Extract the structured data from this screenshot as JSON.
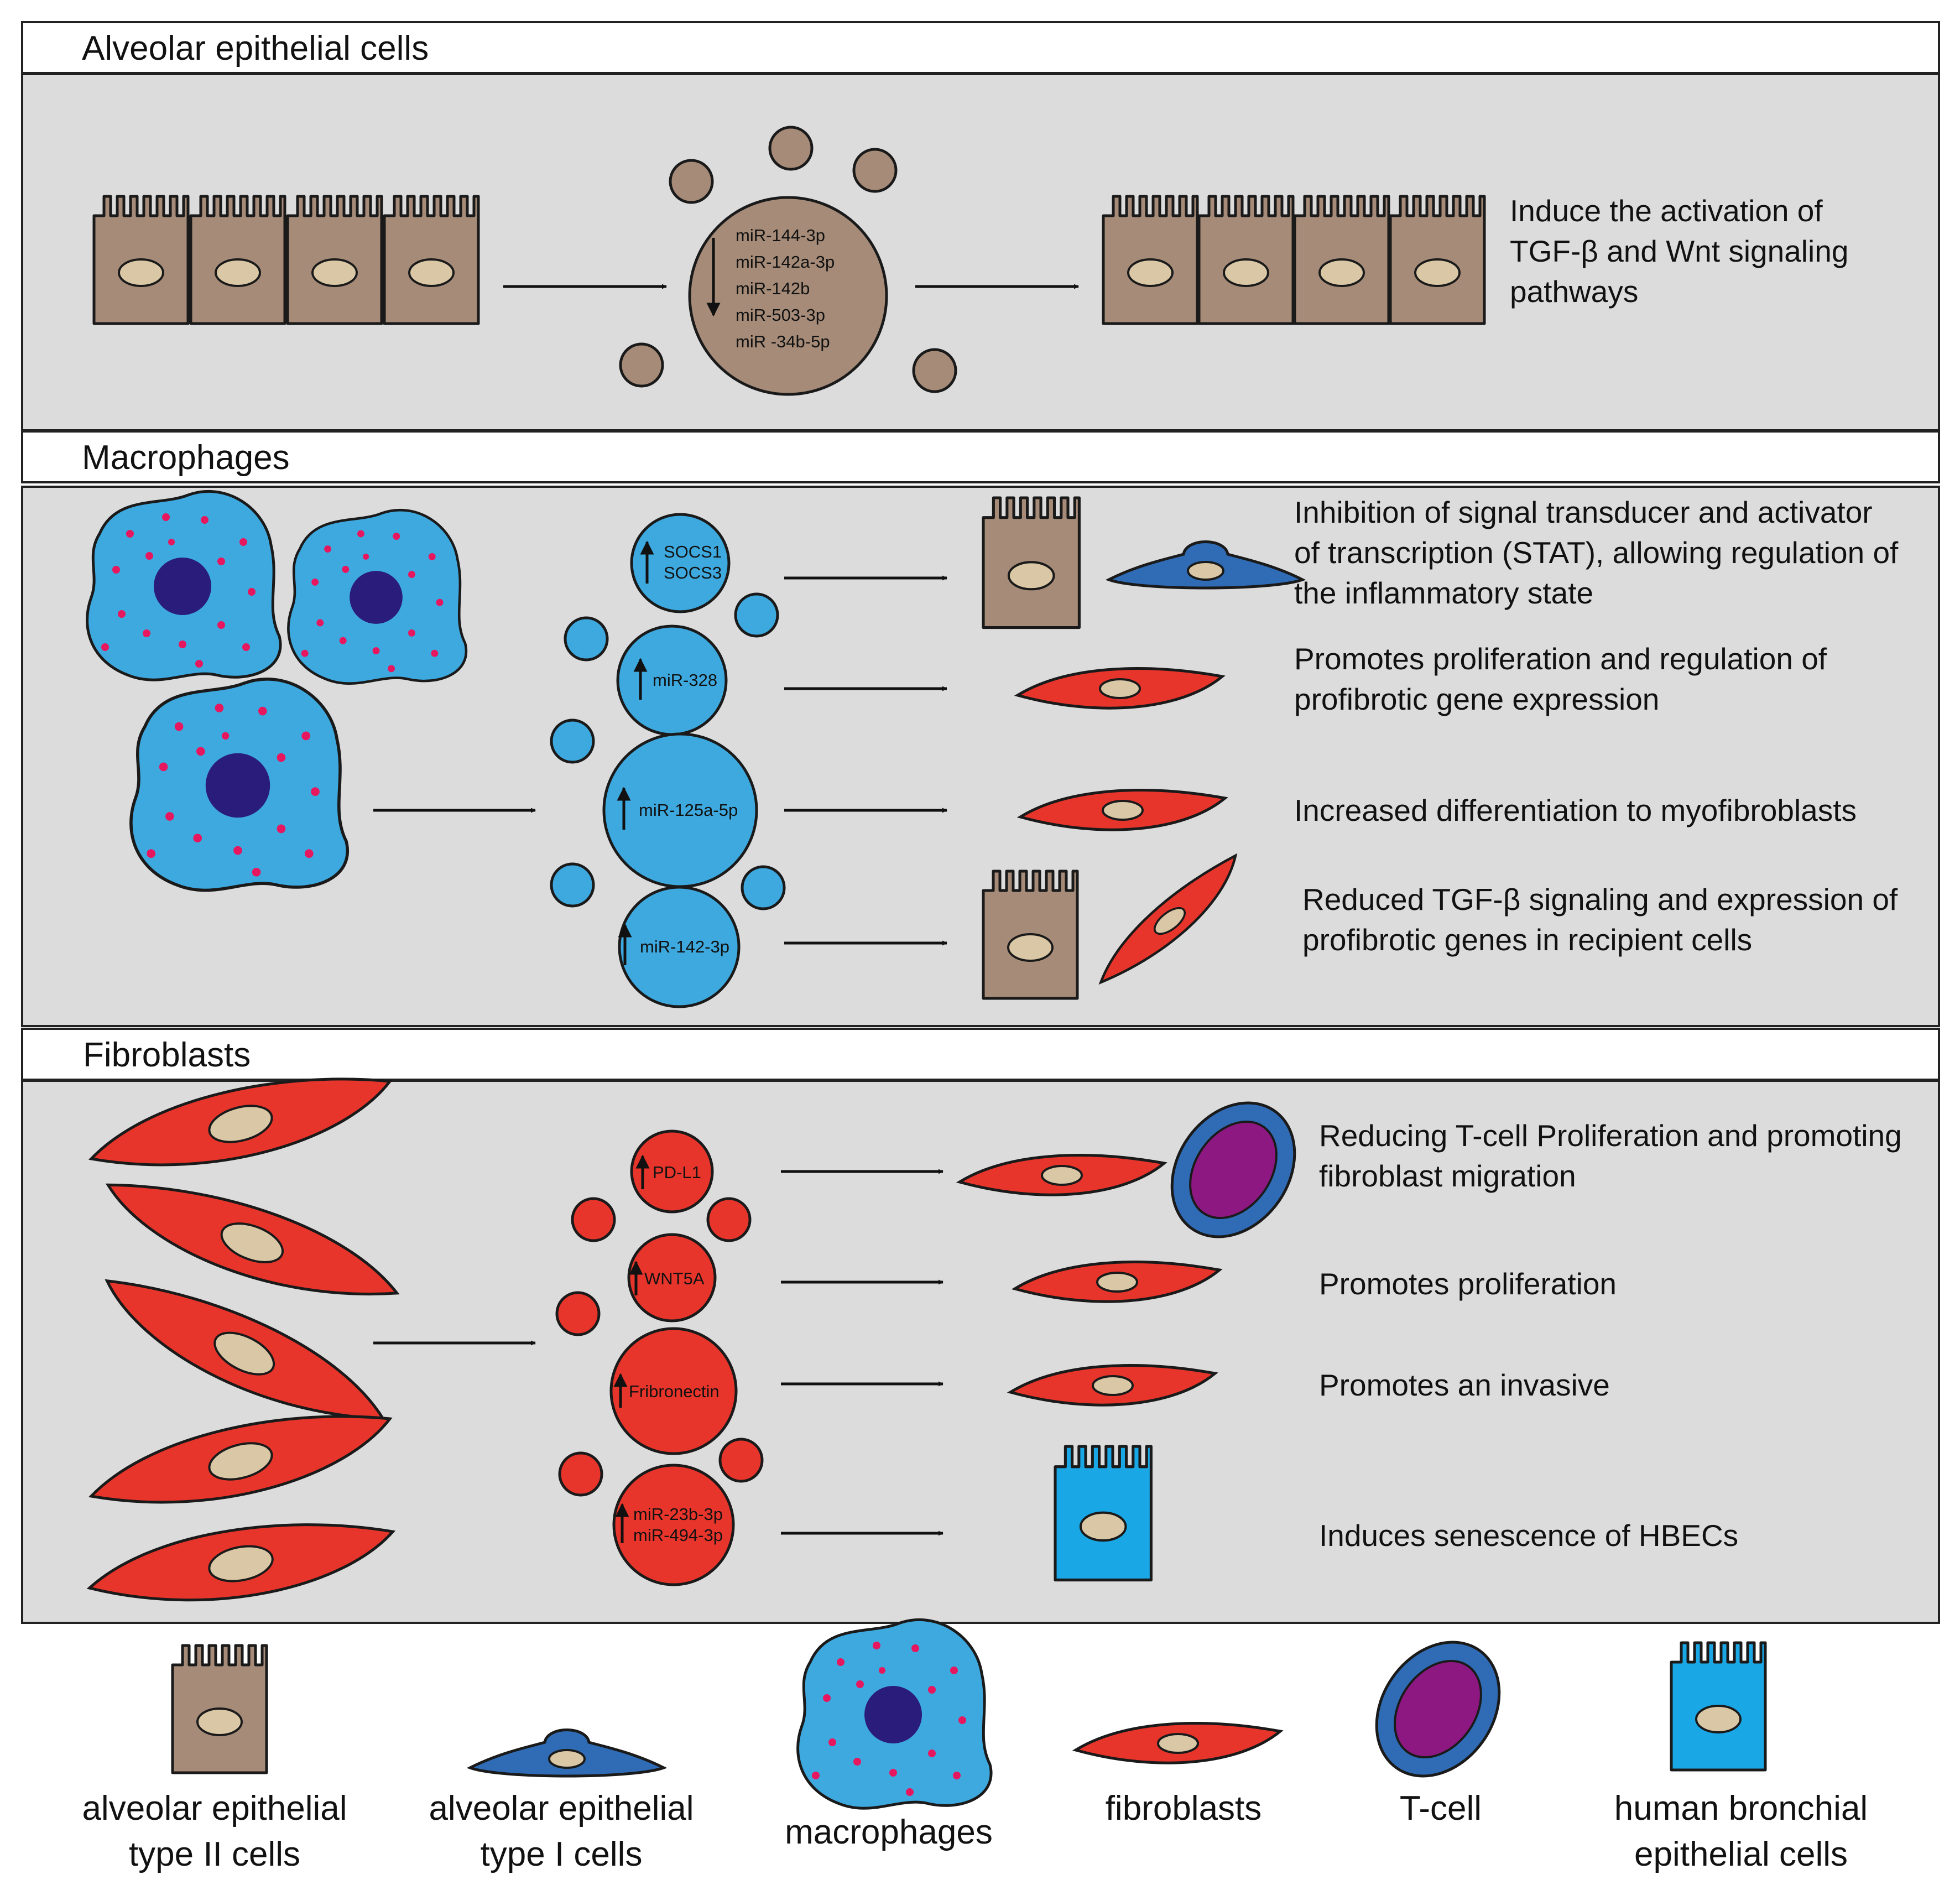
{
  "colors": {
    "panel_bg": "#dcdcdc",
    "alveolar_type_ii": "#a58b78",
    "alveolar_type_i": "#2f6cb5",
    "macrophage": "#3ea9df",
    "macrophage_dot": "#e6175e",
    "nucleus_dark": "#2a1c7a",
    "fibroblast": "#e7352b",
    "nucleus_light": "#d9c7a5",
    "tcell_outer": "#2f6cb5",
    "tcell_inner": "#8e1881",
    "hbec": "#1aa7e6"
  },
  "sections": {
    "alveolar": {
      "title": "Alveolar epithelial cells",
      "cargo": [
        "miR-144-3p",
        "miR-142a-3p",
        "miR-142b",
        "miR-503-3p",
        "miR -34b-5p"
      ],
      "cargo_direction": "down",
      "outcome": [
        "Induce the activation of",
        "TGF-β and  Wnt signaling",
        "pathways"
      ]
    },
    "macrophages": {
      "title": "Macrophages",
      "rows": [
        {
          "cargo": [
            "SOCS1",
            "SOCS3"
          ],
          "targets": [
            "alveolar epithelial type II cells",
            "alveolar epithelial type I cells"
          ],
          "outcome": [
            "Inhibition of signal transducer and activator",
            "of transcription (STAT), allowing regulation of",
            "the inflammatory state"
          ]
        },
        {
          "cargo": [
            "miR-328"
          ],
          "targets": [
            "fibroblasts"
          ],
          "outcome": [
            "Promotes proliferation and regulation of",
            "profibrotic gene expression"
          ]
        },
        {
          "cargo": [
            "miR-125a-5p"
          ],
          "targets": [
            "fibroblasts"
          ],
          "outcome": [
            "Increased differentiation to myofibroblasts"
          ]
        },
        {
          "cargo": [
            "miR-142-3p"
          ],
          "targets": [
            "alveolar epithelial type II cells",
            "fibroblasts"
          ],
          "outcome": [
            "Reduced TGF-β signaling and  expression of",
            "profibrotic genes in recipient cells"
          ]
        }
      ]
    },
    "fibroblasts": {
      "title": "Fibroblasts",
      "rows": [
        {
          "cargo": [
            "PD-L1"
          ],
          "targets": [
            "fibroblasts",
            "T-cell"
          ],
          "outcome": [
            "Reducing T-cell Proliferation and promoting",
            "fibroblast migration"
          ]
        },
        {
          "cargo": [
            "WNT5A"
          ],
          "targets": [
            "fibroblasts"
          ],
          "outcome": [
            "Promotes proliferation"
          ]
        },
        {
          "cargo": [
            "Fribronectin"
          ],
          "targets": [
            "fibroblasts"
          ],
          "outcome": [
            "Promotes an invasive"
          ]
        },
        {
          "cargo": [
            "miR-23b-3p",
            "miR-494-3p"
          ],
          "targets": [
            "human bronchial epithelial cells"
          ],
          "outcome": [
            "Induces senescence of HBECs"
          ]
        }
      ]
    }
  },
  "legend": [
    {
      "icon": "alveolar-type-ii-cell-icon",
      "label": [
        "alveolar epithelial",
        "type II cells"
      ]
    },
    {
      "icon": "alveolar-type-i-cell-icon",
      "label": [
        "alveolar epithelial",
        "type I cells"
      ]
    },
    {
      "icon": "macrophage-icon",
      "label": [
        "macrophages"
      ]
    },
    {
      "icon": "fibroblast-icon",
      "label": [
        "fibroblasts"
      ]
    },
    {
      "icon": "t-cell-icon",
      "label": [
        "T-cell"
      ]
    },
    {
      "icon": "hbec-icon",
      "label": [
        "human bronchial",
        "epithelial cells"
      ]
    }
  ]
}
